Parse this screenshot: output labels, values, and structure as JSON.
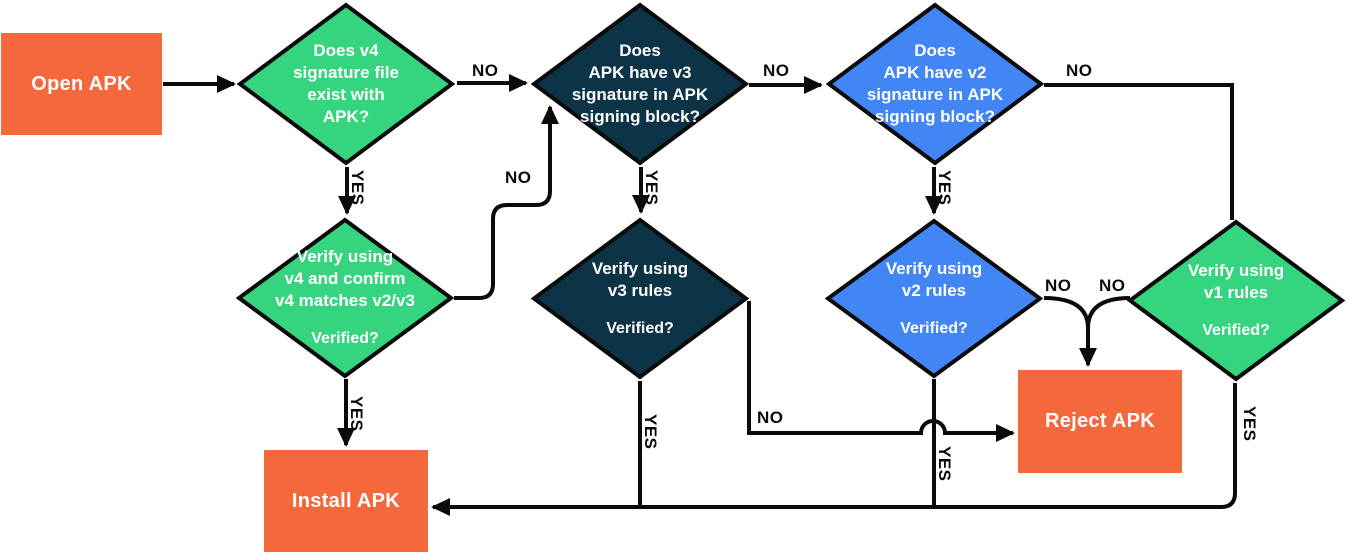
{
  "colors": {
    "orange": "#F5683C",
    "green": "#35D57F",
    "navy": "#0D3446",
    "blue": "#4285F4",
    "line": "#0A0A0A",
    "text": "#FFFFFF"
  },
  "edge_labels": {
    "yes": "YES",
    "no": "NO"
  },
  "nodes": {
    "open_apk": {
      "label": "Open APK"
    },
    "q_v4_file": {
      "text": "Does v4\nsignature file\nexist with\nAPK?"
    },
    "q_v3_sig": {
      "text": "Does\nAPK have v3\nsignature in APK\nsigning block?"
    },
    "q_v2_sig": {
      "text": "Does\nAPK have v2\nsignature in APK\nsigning block?"
    },
    "verify_v4": {
      "text": "Verify using\nv4 and confirm\nv4 matches v2/v3",
      "question": "Verified?"
    },
    "verify_v3": {
      "text": "Verify using\nv3 rules",
      "question": "Verified?"
    },
    "verify_v2": {
      "text": "Verify using\nv2 rules",
      "question": "Verified?"
    },
    "verify_v1": {
      "text": "Verify using\nv1 rules",
      "question": "Verified?"
    },
    "reject_apk": {
      "label": "Reject APK"
    },
    "install_apk": {
      "label": "Install APK"
    }
  }
}
